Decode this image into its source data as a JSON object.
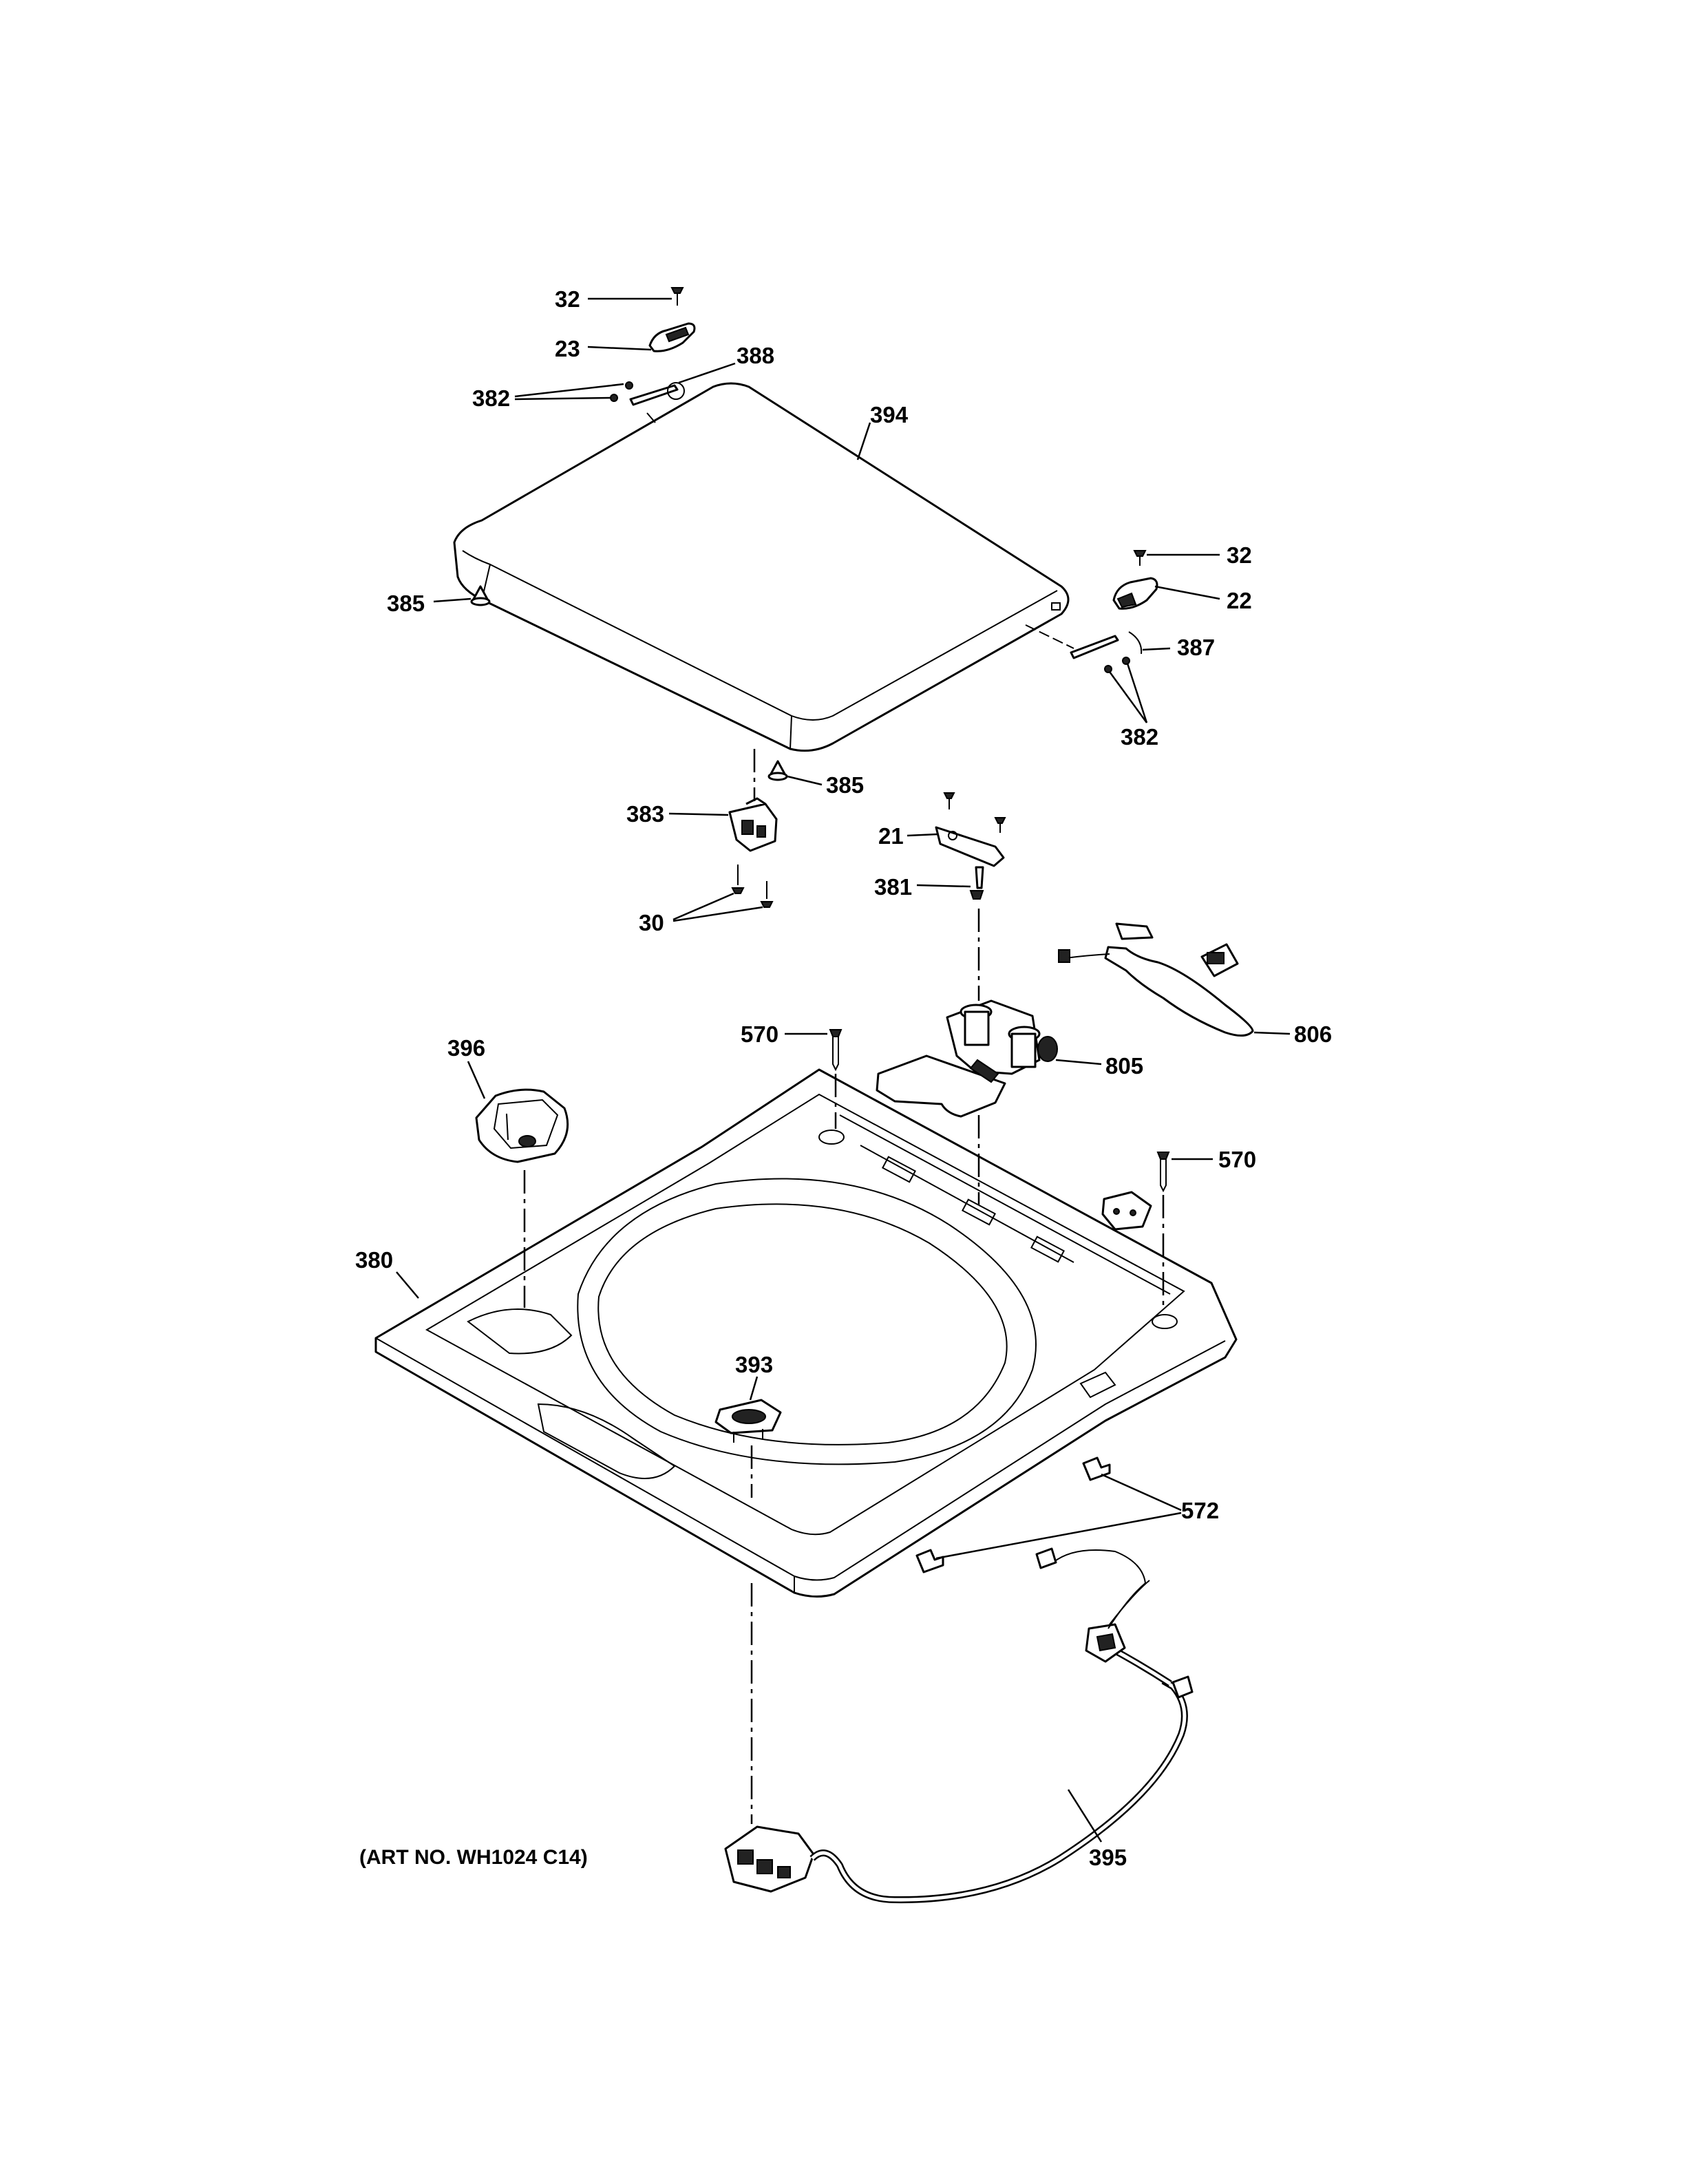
{
  "diagram": {
    "art_number": "(ART NO. WH1024 C14)",
    "callouts": {
      "c32_top": "32",
      "c23": "23",
      "c388": "388",
      "c382_top": "382",
      "c394": "394",
      "c385_left": "385",
      "c32_right": "32",
      "c22": "22",
      "c387": "387",
      "c382_right": "382",
      "c385_mid": "385",
      "c383": "383",
      "c21": "21",
      "c381": "381",
      "c30": "30",
      "c806": "806",
      "c396": "396",
      "c570_left": "570",
      "c805": "805",
      "c570_right": "570",
      "c380": "380",
      "c393": "393",
      "c572": "572",
      "c395": "395"
    }
  }
}
